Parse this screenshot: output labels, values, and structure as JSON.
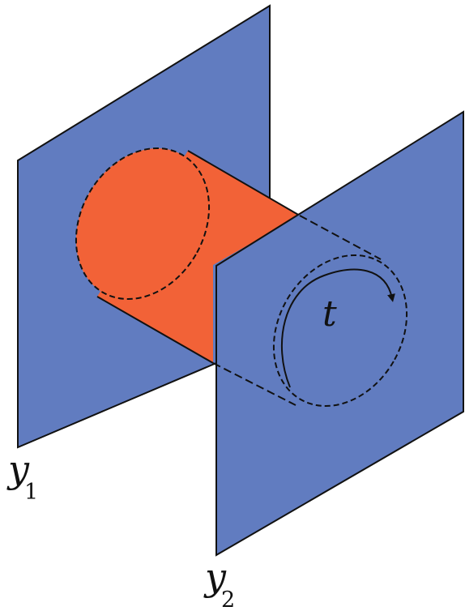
{
  "labels": {
    "plane1": {
      "main": "y",
      "sub": "1"
    },
    "plane2": {
      "main": "y",
      "sub": "2"
    },
    "loop": "t"
  },
  "colors": {
    "plane": "#617cc0",
    "tube": "#f26237",
    "stroke": "#111111",
    "background": "#ffffff"
  }
}
